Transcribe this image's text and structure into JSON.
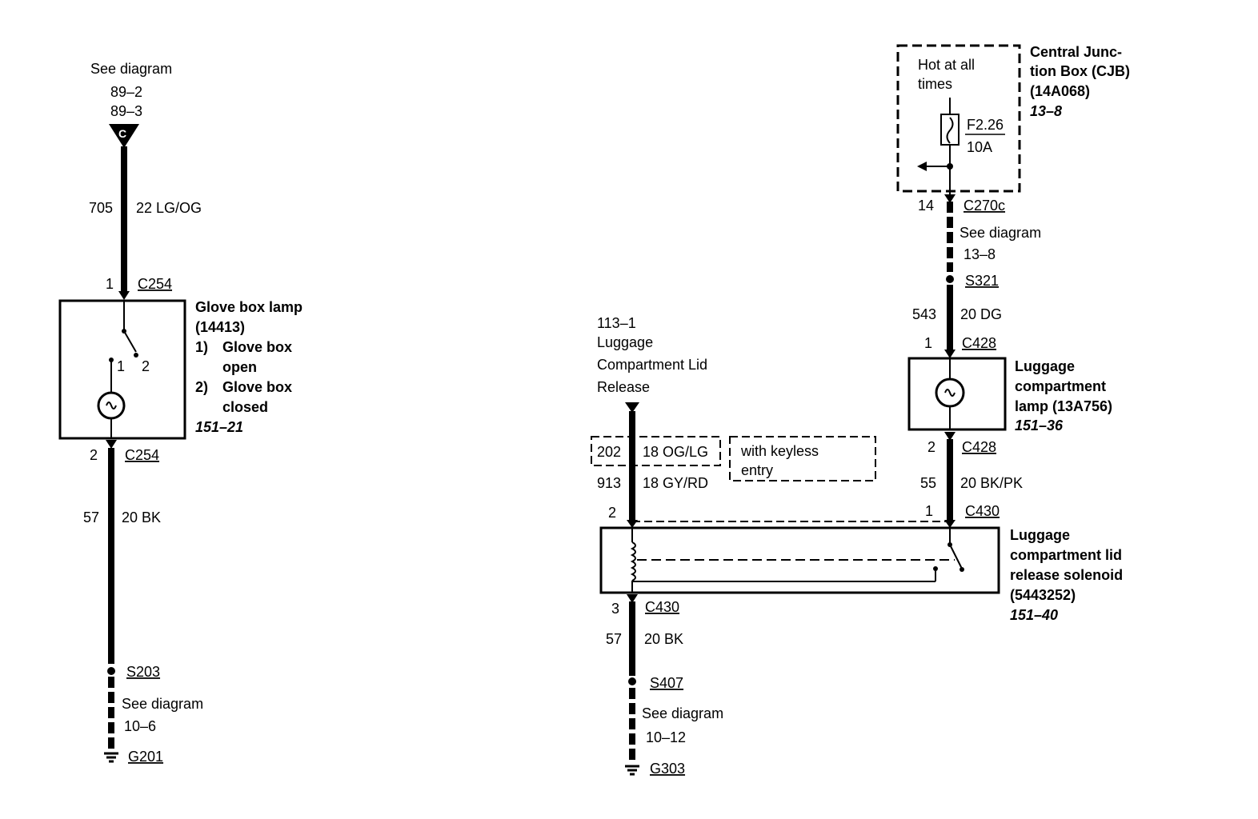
{
  "left": {
    "source": {
      "line1": "See diagram",
      "line2": "89–2",
      "line3": "89–3",
      "connector_letter": "C"
    },
    "wire_top": {
      "circuit": "705",
      "gauge_color": "22 LG/OG"
    },
    "pin_top": "1",
    "conn_top": "C254",
    "component": {
      "name1": "Glove box lamp",
      "name2": "(14413)",
      "item1_num": "1)",
      "item1_a": "Glove box",
      "item1_b": "open",
      "item2_num": "2)",
      "item2_a": "Glove box",
      "item2_b": "closed",
      "ref": "151–21",
      "switch_pos1": "1",
      "switch_pos2": "2"
    },
    "pin_bottom": "2",
    "conn_bottom": "C254",
    "wire_bottom": {
      "circuit": "57",
      "gauge_color": "20 BK"
    },
    "splice": "S203",
    "splice_see1": "See diagram",
    "splice_see2": "10–6",
    "ground": "G201"
  },
  "right": {
    "cjb": {
      "hot_line1": "Hot at all",
      "hot_line2": "times",
      "fuse_id": "F2.26",
      "fuse_rating": "10A",
      "name1": "Central Junc-",
      "name2": "tion Box (CJB)",
      "name3": "(14A068)",
      "ref": "13–8"
    },
    "pin_cjb": "14",
    "conn_cjb": "C270c",
    "see1": "See diagram",
    "see2": "13–8",
    "splice": "S321",
    "wire_543": {
      "circuit": "543",
      "gauge_color": "20 DG"
    },
    "pin_lamp_top": "1",
    "conn_lamp_top": "C428",
    "lamp": {
      "name1": "Luggage",
      "name2": "compartment",
      "name3": "lamp (13A756)",
      "ref": "151–36"
    },
    "pin_lamp_bottom": "2",
    "conn_lamp_bottom": "C428",
    "wire_55": {
      "circuit": "55",
      "gauge_color": "20 BK/PK"
    },
    "pin_sol_right": "1",
    "conn_sol_top": "C430",
    "release": {
      "line1": "113–1",
      "line2": "Luggage",
      "line3": "Compartment Lid",
      "line4": "Release"
    },
    "wire_202": {
      "circuit": "202",
      "gauge_color": "18 OG/LG"
    },
    "keyless_line1": "with keyless",
    "keyless_line2": "entry",
    "wire_913": {
      "circuit": "913",
      "gauge_color": "18 GY/RD"
    },
    "pin_sol_left": "2",
    "solenoid": {
      "name1": "Luggage",
      "name2": "compartment lid",
      "name3": "release solenoid",
      "name4": "(5443252)",
      "ref": "151–40"
    },
    "pin_sol_bottom": "3",
    "conn_sol_bottom": "C430",
    "wire_57": {
      "circuit": "57",
      "gauge_color": "20 BK"
    },
    "splice_bottom": "S407",
    "see_b1": "See diagram",
    "see_b2": "10–12",
    "ground": "G303"
  }
}
